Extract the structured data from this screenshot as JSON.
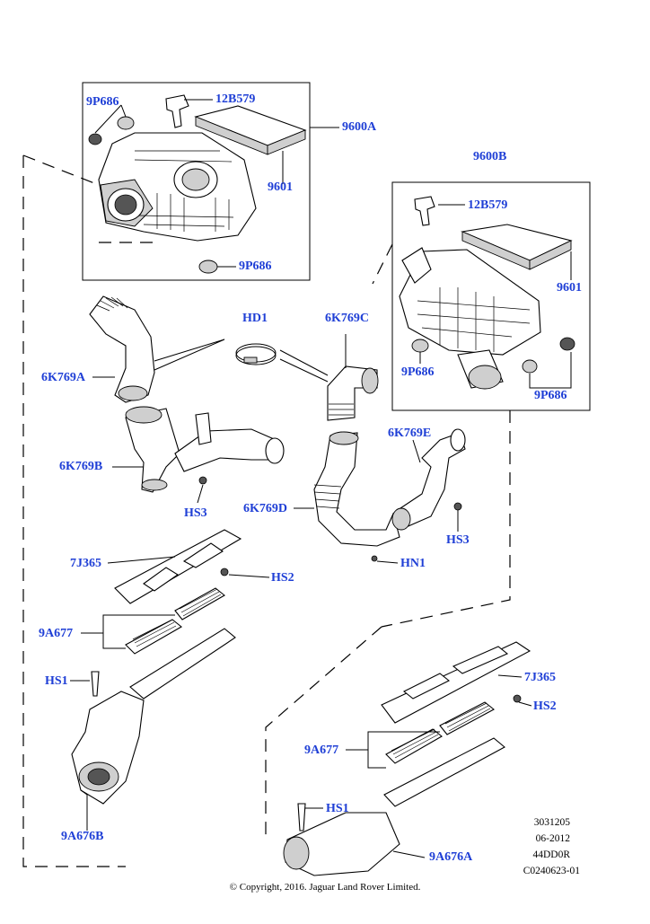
{
  "labels": {
    "p9p686_a": "9P686",
    "p12b579_a": "12B579",
    "p9600a": "9600A",
    "p9601_a": "9601",
    "p9p686_b": "9P686",
    "p9600b": "9600B",
    "p12b579_b": "12B579",
    "p9601_b": "9601",
    "p9p686_c": "9P686",
    "p9p686_d": "9P686",
    "hd1": "HD1",
    "k769a": "6K769A",
    "k769c": "6K769C",
    "k769b": "6K769B",
    "k769e": "6K769E",
    "hs3_a": "HS3",
    "k769d": "6K769D",
    "hs3_b": "HS3",
    "j365_a": "7J365",
    "hn1": "HN1",
    "hs2_a": "HS2",
    "a677_a": "9A677",
    "hs1_a": "HS1",
    "j365_b": "7J365",
    "hs2_b": "HS2",
    "a677_b": "9A677",
    "hs1_b": "HS1",
    "a676b": "9A676B",
    "a676a": "9A676A"
  },
  "meta": {
    "line1": "3031205",
    "line2": "06-2012",
    "line3": "44DD0R",
    "line4": "C0240623-01"
  },
  "copyright": "© Copyright, 2016. Jaguar Land Rover Limited.",
  "colors": {
    "label": "#1f3fd6",
    "line": "#000000",
    "background": "#ffffff"
  }
}
